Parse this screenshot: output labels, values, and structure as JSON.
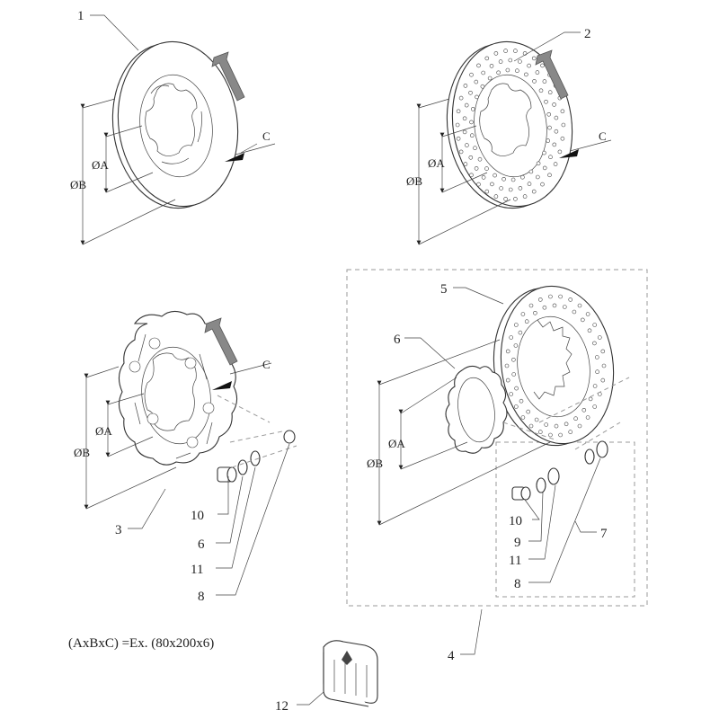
{
  "labels": {
    "l1": "1",
    "l2": "2",
    "l3": "3",
    "l4": "4",
    "l5": "5",
    "l6a": "6",
    "l6b": "6",
    "l7": "7",
    "l8a": "8",
    "l8b": "8",
    "l9": "9",
    "l10a": "10",
    "l10b": "10",
    "l11a": "11",
    "l11b": "11",
    "l12": "12"
  },
  "dims": {
    "c": "C",
    "a": "ØA",
    "b": "ØB"
  },
  "note": "(AxBxC) =Ex. (80x200x6)"
}
